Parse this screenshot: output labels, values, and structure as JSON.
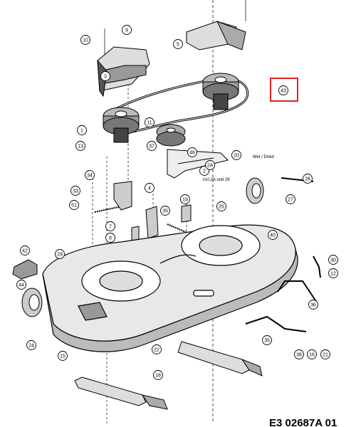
{
  "diagram": {
    "reference_code": "E3 02687A 01",
    "highlight_color": "#e02020",
    "line_color": "#000000",
    "callouts": [
      {
        "id": "c10",
        "label": "10"
      },
      {
        "id": "c9",
        "label": "9"
      },
      {
        "id": "c5",
        "label": "5"
      },
      {
        "id": "c3",
        "label": "3"
      },
      {
        "id": "c43",
        "label": "43"
      },
      {
        "id": "c1",
        "label": "1"
      },
      {
        "id": "c11",
        "label": "11"
      },
      {
        "id": "c37",
        "label": "37"
      },
      {
        "id": "c13",
        "label": "13"
      },
      {
        "id": "c46",
        "label": "46"
      },
      {
        "id": "c34",
        "label": "34"
      },
      {
        "id": "c33",
        "label": "33"
      },
      {
        "id": "c51",
        "label": "51"
      },
      {
        "id": "c27",
        "label": "27"
      },
      {
        "id": "c19",
        "label": "19"
      },
      {
        "id": "c25",
        "label": "25"
      },
      {
        "id": "c35a",
        "label": "35"
      },
      {
        "id": "c7",
        "label": "7"
      },
      {
        "id": "c8",
        "label": "8"
      },
      {
        "id": "c42",
        "label": "42"
      },
      {
        "id": "c29",
        "label": "29"
      },
      {
        "id": "c44",
        "label": "44"
      },
      {
        "id": "c24",
        "label": "24"
      },
      {
        "id": "c15",
        "label": "15"
      },
      {
        "id": "c22",
        "label": "22"
      },
      {
        "id": "c30",
        "label": "30"
      },
      {
        "id": "c12",
        "label": "12"
      },
      {
        "id": "c36",
        "label": "36"
      },
      {
        "id": "c35",
        "label": "35"
      },
      {
        "id": "c38",
        "label": "38"
      },
      {
        "id": "c16",
        "label": "16"
      },
      {
        "id": "c21",
        "label": "21"
      },
      {
        "id": "c18",
        "label": "18"
      },
      {
        "id": "c4",
        "label": "4"
      },
      {
        "id": "c20",
        "label": "20"
      },
      {
        "id": "c2",
        "label": "2"
      },
      {
        "id": "c2a",
        "label": "2A"
      },
      {
        "id": "c26",
        "label": "26"
      },
      {
        "id": "c40",
        "label": "40"
      }
    ],
    "notes": {
      "wet_dry": "Wet / Dried",
      "incl": "incl.2A und 26"
    }
  }
}
